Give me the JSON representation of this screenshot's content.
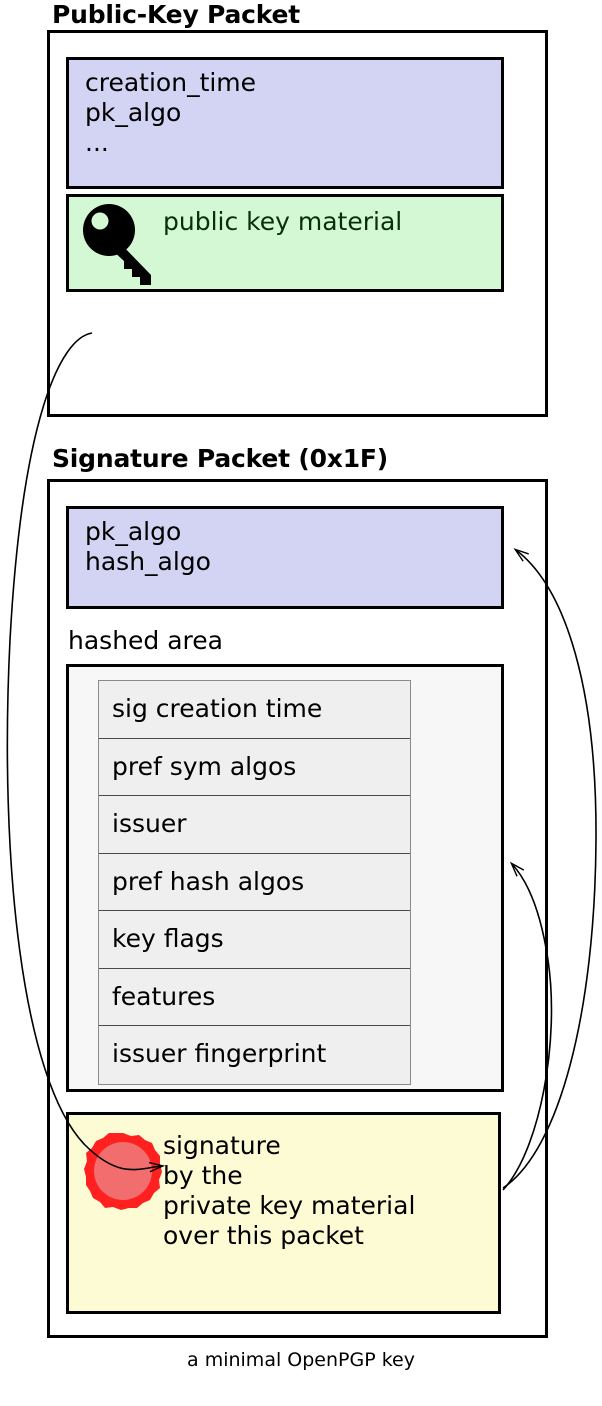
{
  "diagram": {
    "caption": "a minimal OpenPGP key",
    "colors": {
      "blue_fill": "#d3d3f3",
      "green_fill": "#d3f8d3",
      "yellow_fill": "#fcfbd4",
      "gray_fill": "#efefef",
      "hashed_fill": "#f7f7f7",
      "seal_outer": "#ff2020",
      "seal_inner": "#f26d6d",
      "stroke": "#000000"
    },
    "packets": [
      {
        "title": "Public-Key Packet",
        "header_fields": "creation_time\npk_algo\n...",
        "key_material_label": "public key material",
        "key_icon": "key-icon"
      },
      {
        "title": "Signature Packet (0x1F)",
        "header_fields": "pk_algo\nhash_algo",
        "hashed_area_label": "hashed area",
        "subpackets": [
          "sig creation time",
          "pref sym algos",
          "issuer",
          "pref hash algos",
          "key flags",
          "features",
          "issuer fingerprint"
        ],
        "signature_text": "signature\nby the\nprivate key material\nover this packet",
        "seal_icon": "wax-seal-icon"
      }
    ],
    "arrows": [
      {
        "name": "public-key-to-signature",
        "from": "public-key-packet",
        "to": "signature-block"
      },
      {
        "name": "signature-to-sig-header",
        "from": "signature-block",
        "to": "signature-header-fields"
      },
      {
        "name": "signature-to-hashed-area",
        "from": "signature-block",
        "to": "hashed-area"
      }
    ]
  }
}
